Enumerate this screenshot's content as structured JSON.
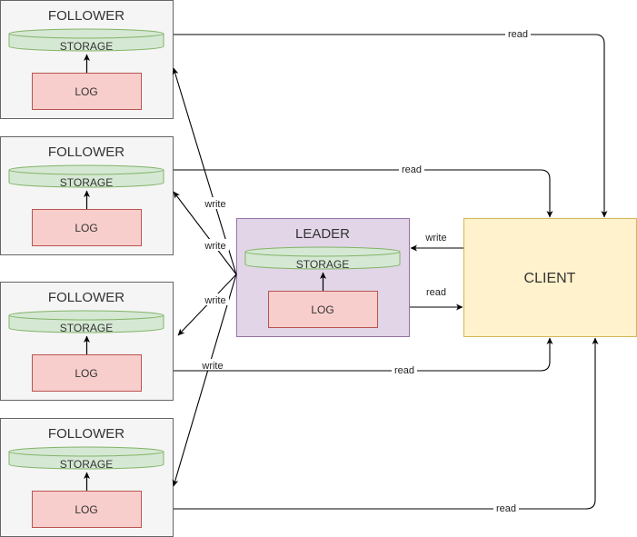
{
  "colors": {
    "node_fill": "#f5f5f5",
    "node_stroke": "#666666",
    "leader_fill": "#e1d5e7",
    "leader_stroke": "#9673a6",
    "storage_fill": "#d5e8d4",
    "storage_stroke": "#82b366",
    "log_fill": "#f8cecc",
    "log_stroke": "#b85450",
    "client_fill": "#fff2cc",
    "client_stroke": "#d6b656",
    "arrow": "#000000"
  },
  "followers": [
    {
      "title": "FOLLOWER",
      "storage": "STORAGE",
      "log": "LOG"
    },
    {
      "title": "FOLLOWER",
      "storage": "STORAGE",
      "log": "LOG"
    },
    {
      "title": "FOLLOWER",
      "storage": "STORAGE",
      "log": "LOG"
    },
    {
      "title": "FOLLOWER",
      "storage": "STORAGE",
      "log": "LOG"
    }
  ],
  "leader": {
    "title": "LEADER",
    "storage": "STORAGE",
    "log": "LOG"
  },
  "client": {
    "label": "CLIENT"
  },
  "edge_labels": {
    "follower1_read": "read",
    "follower2_read": "read",
    "follower3_read": "read",
    "follower4_read": "read",
    "leader_write_1": "write",
    "leader_write_2": "write",
    "leader_write_3": "write",
    "leader_write_4": "write",
    "client_to_leader_write": "write",
    "leader_to_client_read": "read"
  }
}
